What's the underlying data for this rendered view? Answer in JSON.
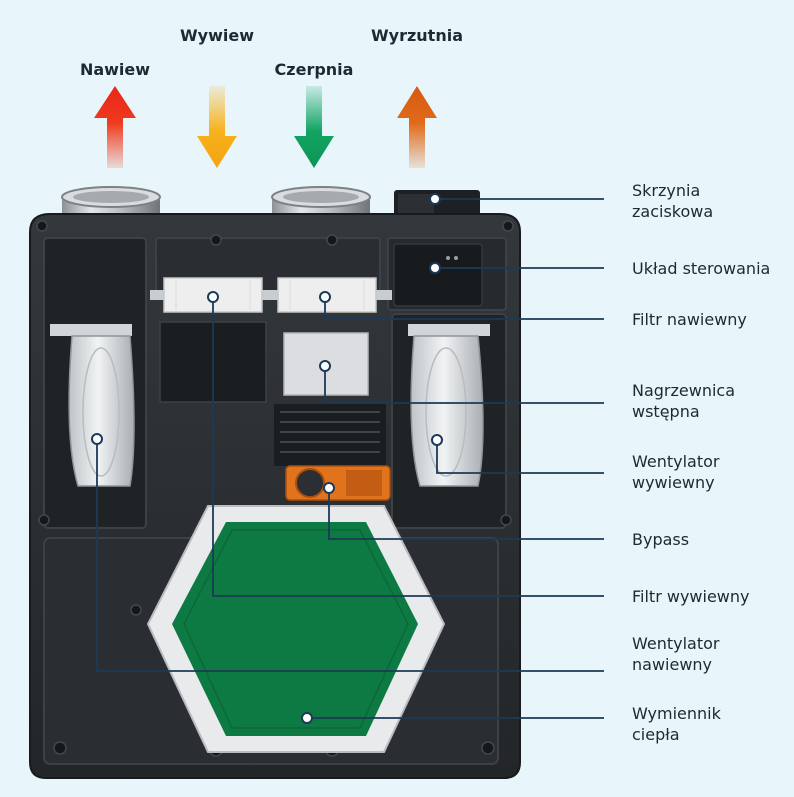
{
  "colors": {
    "background": "#e8f6fb",
    "leader_line": "#1b3a57",
    "exchanger_core": "#0e7a43",
    "housing": "#2b2f33",
    "arrow_supply": "#ef3b1f",
    "arrow_extract": "#f7b21c",
    "arrow_intake": "#12a463",
    "arrow_exhaust": "#e06a1a",
    "bypass_orange": "#e2731d"
  },
  "airflows": [
    {
      "label": "Nawiew",
      "direction": "up",
      "color_key": "arrow_supply"
    },
    {
      "label": "Wywiew",
      "direction": "down",
      "color_key": "arrow_extract"
    },
    {
      "label": "Czerpnia",
      "direction": "down",
      "color_key": "arrow_intake"
    },
    {
      "label": "Wyrzutnia",
      "direction": "up",
      "color_key": "arrow_exhaust"
    }
  ],
  "components": [
    {
      "id": "terminal-box",
      "lines": [
        "Skrzynia",
        "zaciskowa"
      ]
    },
    {
      "id": "control-unit",
      "lines": [
        "Układ sterowania"
      ]
    },
    {
      "id": "supply-filter",
      "lines": [
        "Filtr nawiewny"
      ]
    },
    {
      "id": "preheater",
      "lines": [
        "Nagrzewnica",
        "wstępna"
      ]
    },
    {
      "id": "extract-fan",
      "lines": [
        "Wentylator",
        "wywiewny"
      ]
    },
    {
      "id": "bypass",
      "lines": [
        "Bypass"
      ]
    },
    {
      "id": "extract-filter",
      "lines": [
        "Filtr wywiewny"
      ]
    },
    {
      "id": "supply-fan",
      "lines": [
        "Wentylator",
        "nawiewny"
      ]
    },
    {
      "id": "heat-exchanger",
      "lines": [
        "Wymiennik",
        "ciepła"
      ]
    }
  ]
}
